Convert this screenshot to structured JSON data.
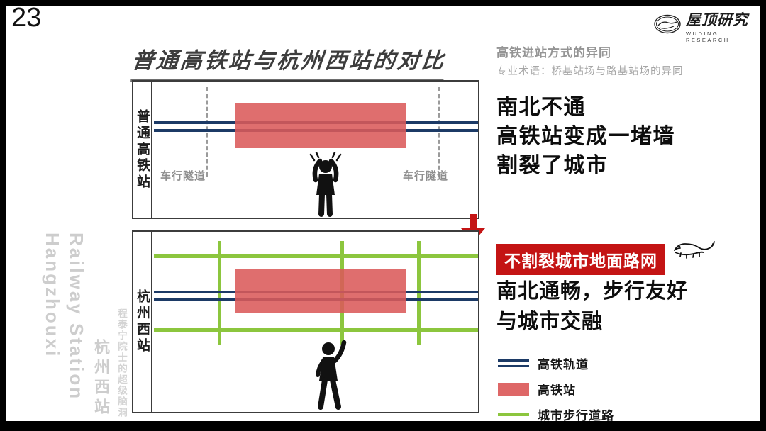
{
  "page": {
    "number": "23"
  },
  "logo": {
    "title": "屋顶研究",
    "subtitle": "WUDING RESEARCH"
  },
  "header": {
    "title": "普通高铁站与杭州西站的对比",
    "note_line1": "高铁进站方式的异同",
    "note_line2": "专业术语：桥基站场与路基站场的异同"
  },
  "top_panel": {
    "label": "普通高铁站",
    "tunnel_left_label": "车行隧道",
    "tunnel_right_label": "车行隧道"
  },
  "bottom_panel": {
    "label": "杭州西站"
  },
  "annotations": {
    "top_lines": [
      "南北不通",
      "高铁站变成一堵墙",
      "割裂了城市"
    ],
    "badge": "不割裂城市地面路网",
    "bottom_lines": [
      "南北通畅，步行友好",
      "与城市交融"
    ]
  },
  "legend": {
    "items": [
      {
        "label": "高铁轨道",
        "type": "track"
      },
      {
        "label": "高铁站",
        "type": "station"
      },
      {
        "label": "城市步行道路",
        "type": "walk"
      }
    ]
  },
  "watermark": {
    "lines": [
      "Hangzhouxi",
      "Railway Station",
      "杭州西站",
      "程泰宁院士的超级脑洞"
    ]
  },
  "colors": {
    "track_blue": "#1c3a66",
    "station_red": "#db5a5a",
    "walk_green": "#8cc63e",
    "accent_red": "#c41414",
    "muted_gray": "#999999"
  }
}
